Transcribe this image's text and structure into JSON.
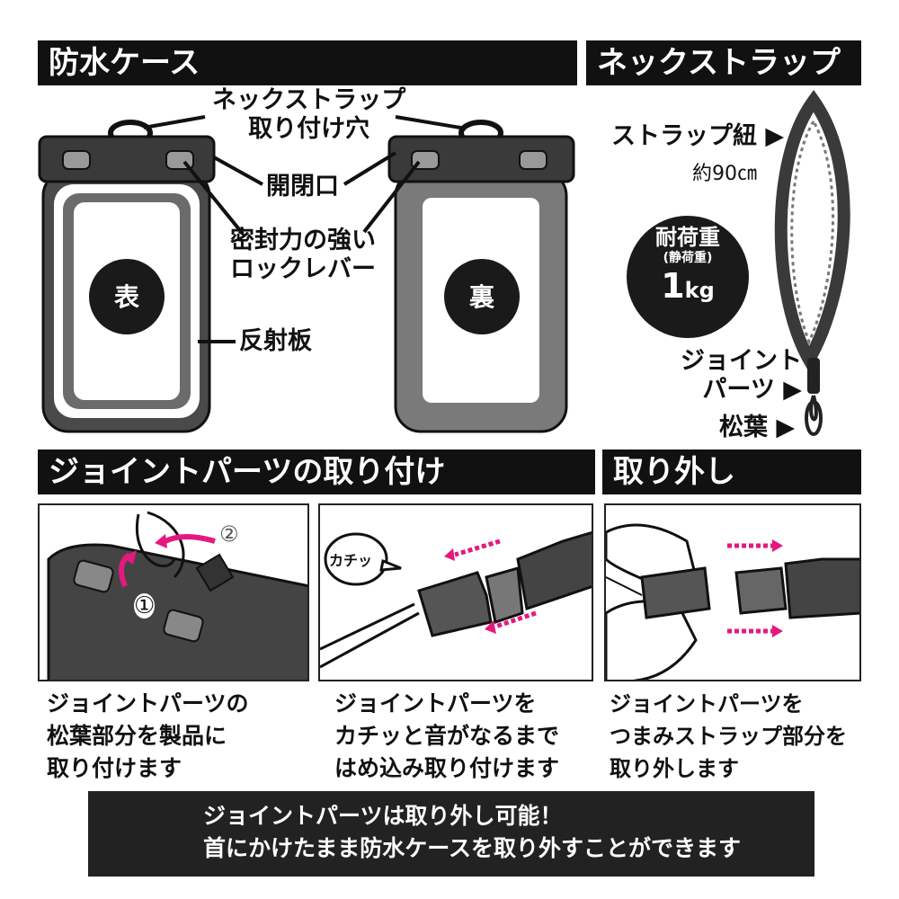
{
  "headers": {
    "case": "防水ケース",
    "strap": "ネックストラップ",
    "joint": "ジョイントパーツの取り付け",
    "remove": "取り外し"
  },
  "case_labels": {
    "strap_hole": [
      "ネックストラップ",
      "取り付け穴"
    ],
    "opening": "開閉口",
    "lock_lever": [
      "密封力の強い",
      "ロックレバー"
    ],
    "reflector": "反射板",
    "front": "表",
    "back": "裏"
  },
  "strap_labels": {
    "cord": "ストラップ紐 ▶",
    "length": "約90㎝",
    "load_title": "耐荷重",
    "load_sub": "(静荷重)",
    "load_num": "1",
    "load_unit": "kg",
    "joint": [
      "ジョイント",
      "パーツ ▶"
    ],
    "matsuba": "松葉 ▶"
  },
  "step_panel": {
    "step1": "①",
    "step2": "②",
    "click": "カチッ"
  },
  "captions": {
    "c1": [
      "ジョイントパーツの",
      "松葉部分を製品に",
      "取り付けます"
    ],
    "c2": [
      "ジョイントパーツを",
      "カチッと音がなるまで",
      "はめ込み取り付けます"
    ],
    "c3": [
      "ジョイントパーツを",
      "つまみストラップ部分を",
      "取り外します"
    ]
  },
  "footer": [
    "ジョイントパーツは取り外し可能！",
    "首にかけたまま防水ケースを取り外すことができます"
  ],
  "colors": {
    "dark": "#111111",
    "pink": "#e4197e",
    "gray": "#8a8a8a"
  }
}
